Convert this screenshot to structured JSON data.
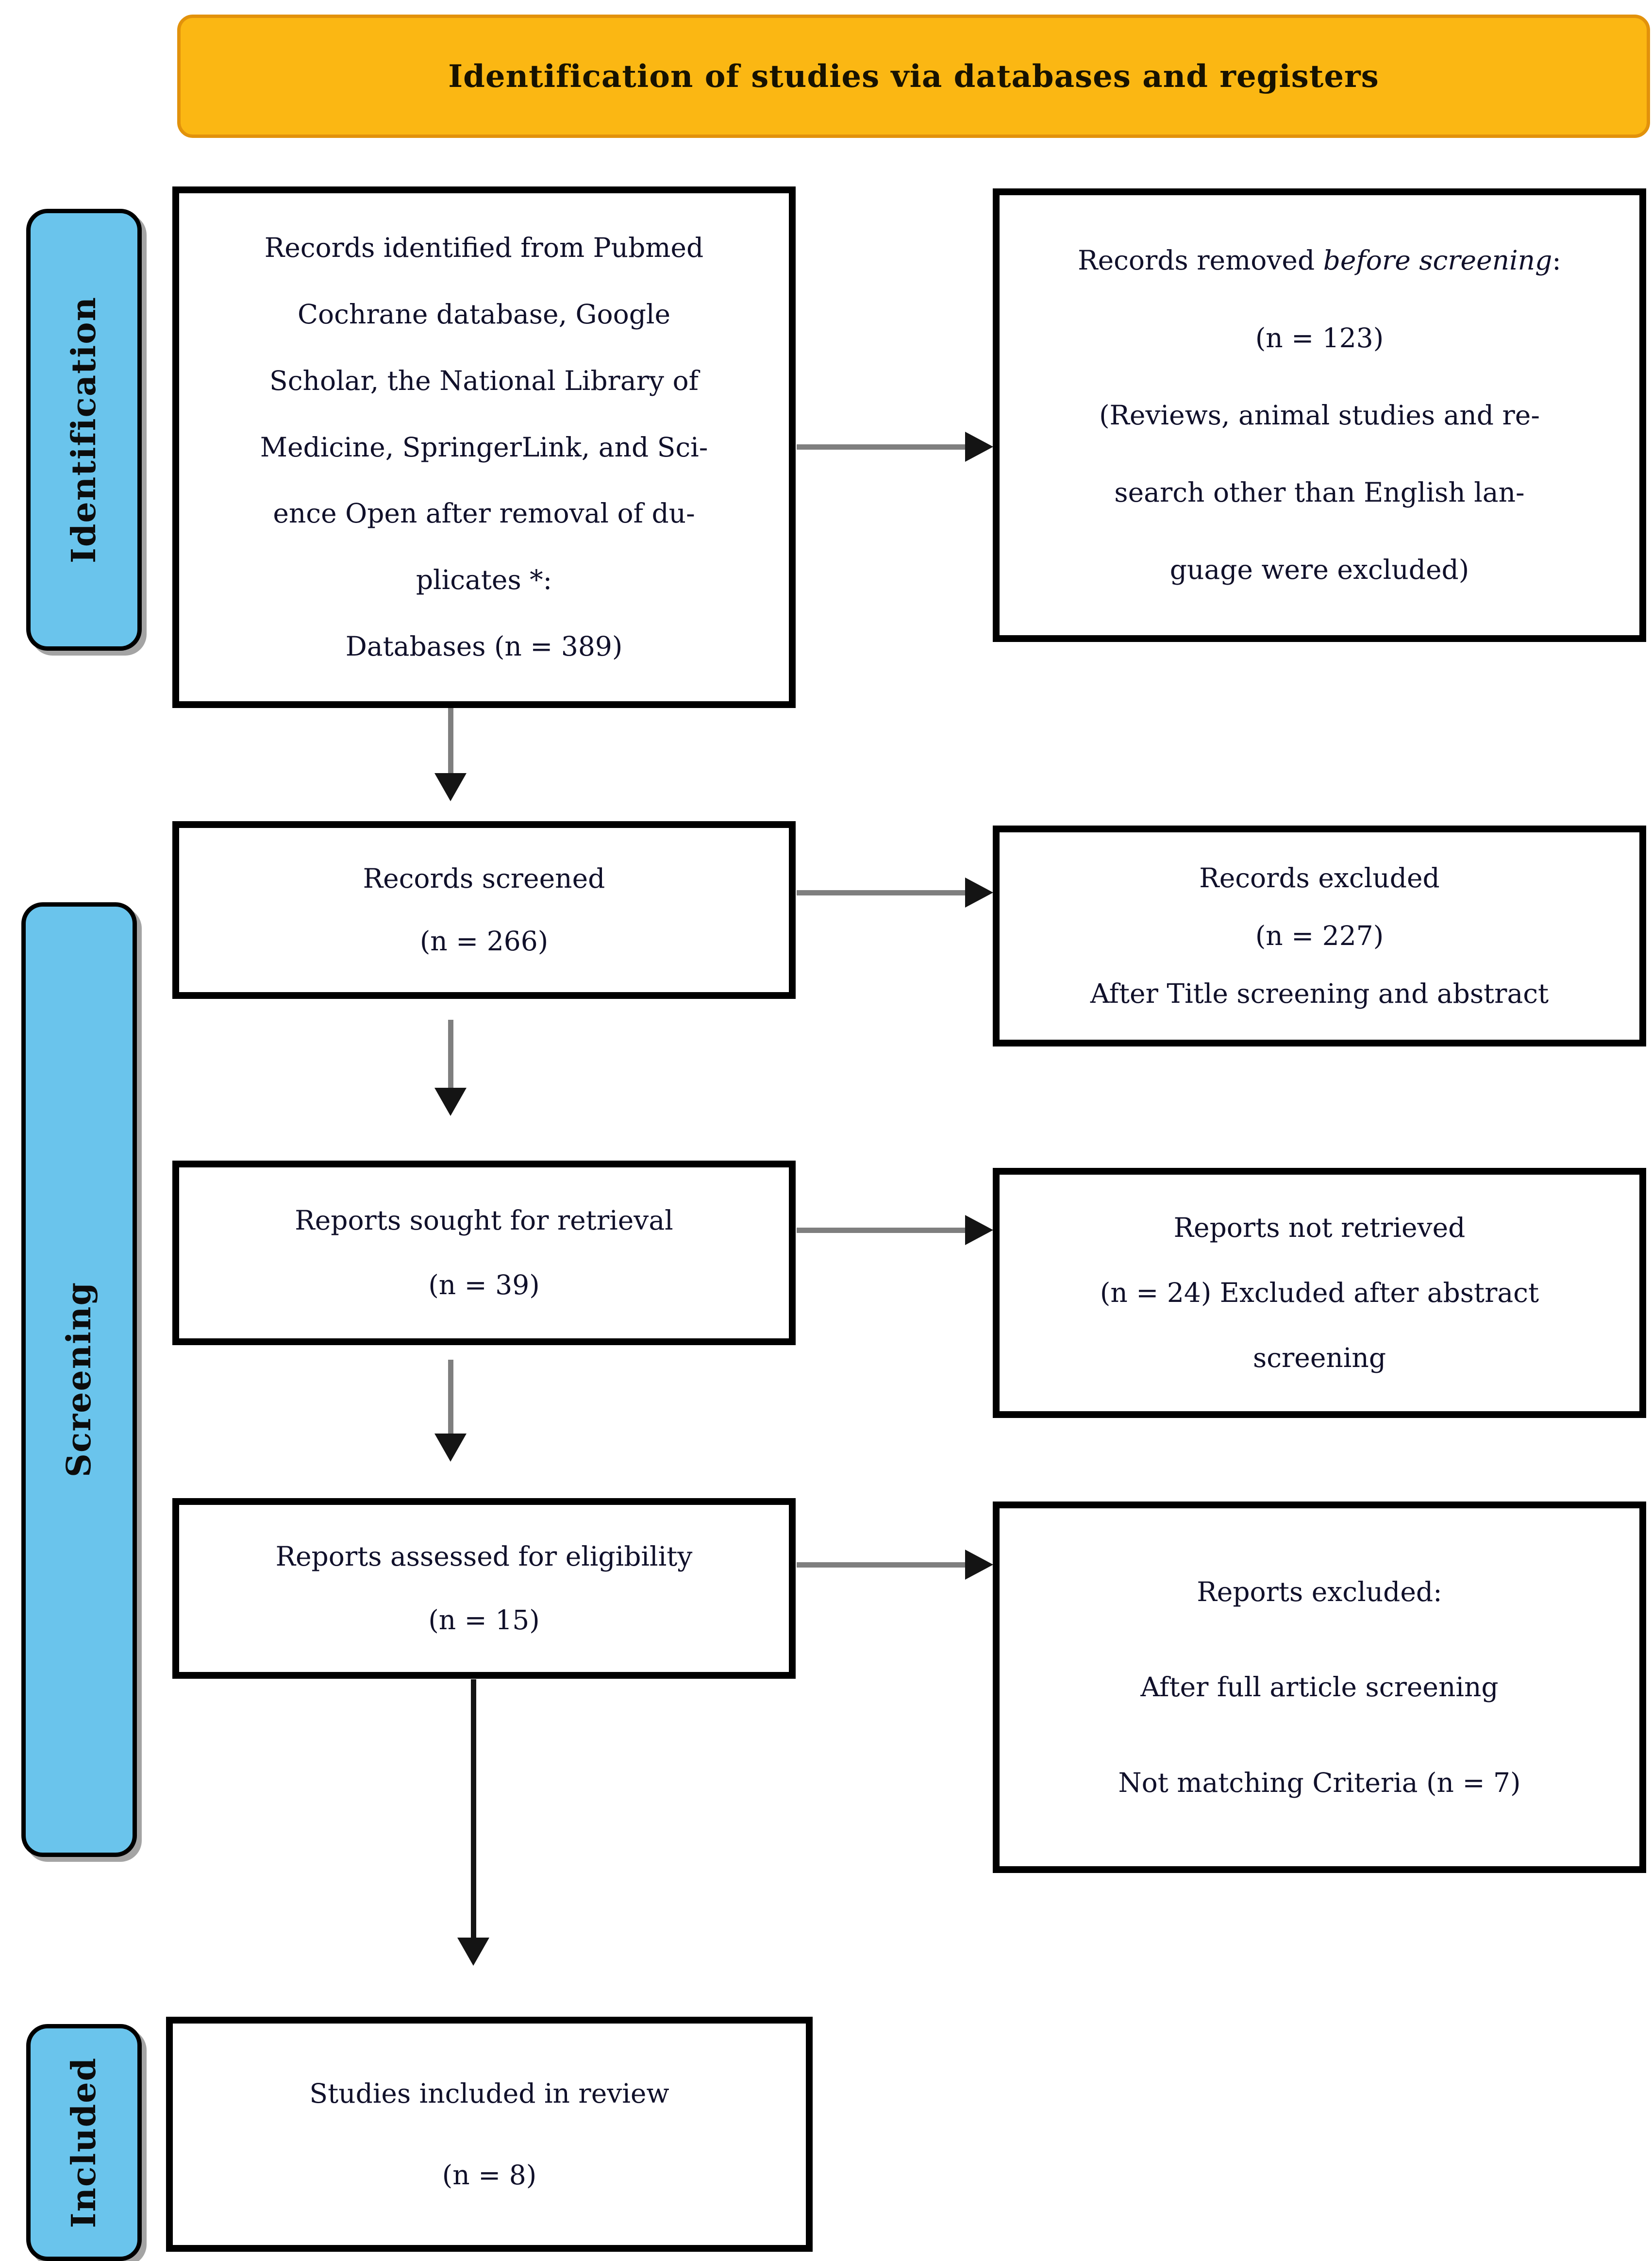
{
  "banner": {
    "title": "Identification of studies via databases and registers"
  },
  "stage_labels": {
    "identification": "Identification",
    "screening": "Screening",
    "included": "Included"
  },
  "boxes": {
    "identified": {
      "lines": [
        "Records identified from Pubmed",
        "Cochrane database, Google",
        "Scholar, the National Library of",
        "Medicine, SpringerLink, and Sci-",
        "ence Open after removal of du-",
        "plicates *:",
        "Databases (n = 389)"
      ]
    },
    "removed_before_screening": {
      "line1_prefix": "Records removed ",
      "line1_italic": "before screening",
      "line1_suffix": ":",
      "lines": [
        "(n = 123)",
        "(Reviews, animal studies and re-",
        "search other than English lan-",
        "guage were excluded)"
      ]
    },
    "screened": {
      "lines": [
        "Records screened",
        "(n = 266)"
      ]
    },
    "records_excluded": {
      "lines": [
        "Records excluded",
        "(n = 227)",
        "After Title screening and abstract"
      ]
    },
    "sought": {
      "lines": [
        "Reports sought for retrieval",
        "(n = 39)"
      ]
    },
    "not_retrieved": {
      "lines": [
        "Reports not retrieved",
        "(n = 24) Excluded after abstract",
        "screening"
      ]
    },
    "assessed": {
      "lines": [
        "Reports assessed for eligibility",
        "(n = 15)"
      ]
    },
    "reports_excluded": {
      "lines": [
        "Reports excluded:",
        "After full article screening",
        "Not matching Criteria (n = 7)"
      ]
    },
    "included_in_review": {
      "lines": [
        "Studies included in review",
        "(n = 8)"
      ]
    }
  },
  "counts": {
    "databases_identified": 389,
    "removed_before_screening": 123,
    "screened": 266,
    "records_excluded": 227,
    "sought_for_retrieval": 39,
    "not_retrieved": 24,
    "assessed_for_eligibility": 15,
    "reports_excluded": 7,
    "included_in_review": 8
  },
  "colors": {
    "banner_fill": "#FBB713",
    "banner_border": "#E2920B",
    "label_fill": "#6AC4EC",
    "text_color": "#10102a",
    "arrow_gray": "#7f7f7f",
    "arrow_black": "#141414"
  }
}
